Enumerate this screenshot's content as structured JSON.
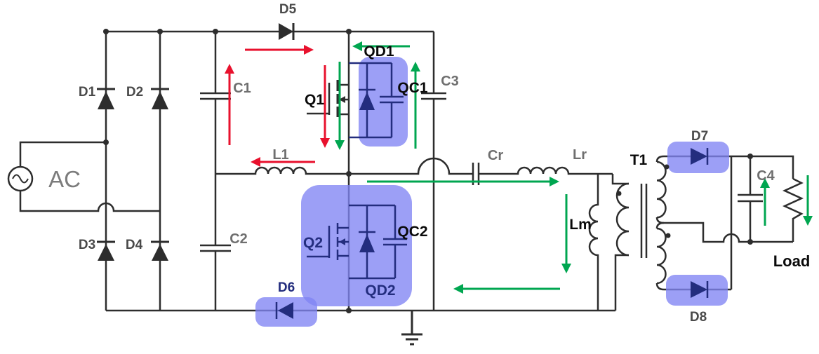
{
  "diagram": {
    "type": "power-converter-schematic",
    "highlighted_components": [
      "QD1",
      "QC1",
      "Q2",
      "QD2",
      "QC2",
      "D6",
      "D7",
      "D8"
    ]
  },
  "labels": {
    "ac": "AC",
    "d1": "D1",
    "d2": "D2",
    "d3": "D3",
    "d4": "D4",
    "d5": "D5",
    "d6": "D6",
    "d7": "D7",
    "d8": "D8",
    "c1": "C1",
    "c2": "C2",
    "c3": "C3",
    "c4": "C4",
    "cr": "Cr",
    "lr": "Lr",
    "l1": "L1",
    "lm": "Lm",
    "q1": "Q1",
    "q2": "Q2",
    "qd1": "QD1",
    "qc1": "QC1",
    "qd2": "QD2",
    "qc2": "QC2",
    "t1": "T1",
    "load": "Load"
  },
  "colors": {
    "wire": "#2d2d2d",
    "navy": "#232d7e",
    "red_arrow": "#e8112d",
    "green_arrow": "#00a650",
    "highlight": "rgba(128,132,243,0.78)",
    "label_dark": "#4a4a4a",
    "label_gray": "#6f6f6f",
    "label_ac": "#7c7c7c",
    "black": "#0a0a0a",
    "background": "#ffffff"
  }
}
